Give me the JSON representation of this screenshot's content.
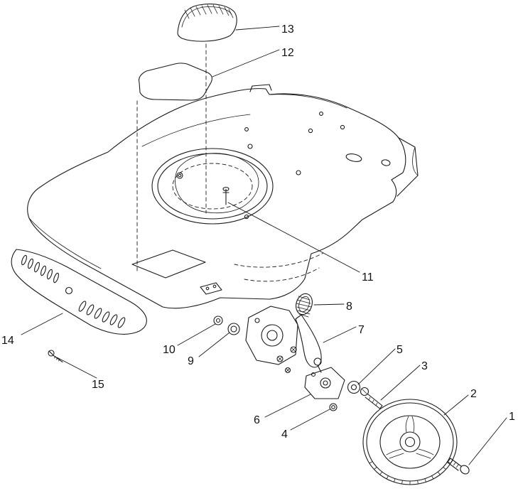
{
  "diagram": {
    "type": "exploded-parts-diagram",
    "background": "#ffffff",
    "stroke_color": "#1b1b1b"
  },
  "callouts": [
    {
      "num": "1"
    },
    {
      "num": "2"
    },
    {
      "num": "3"
    },
    {
      "num": "4"
    },
    {
      "num": "5"
    },
    {
      "num": "6"
    },
    {
      "num": "7"
    },
    {
      "num": "8"
    },
    {
      "num": "9"
    },
    {
      "num": "10"
    },
    {
      "num": "11"
    },
    {
      "num": "12"
    },
    {
      "num": "13"
    },
    {
      "num": "14"
    },
    {
      "num": "15"
    }
  ]
}
